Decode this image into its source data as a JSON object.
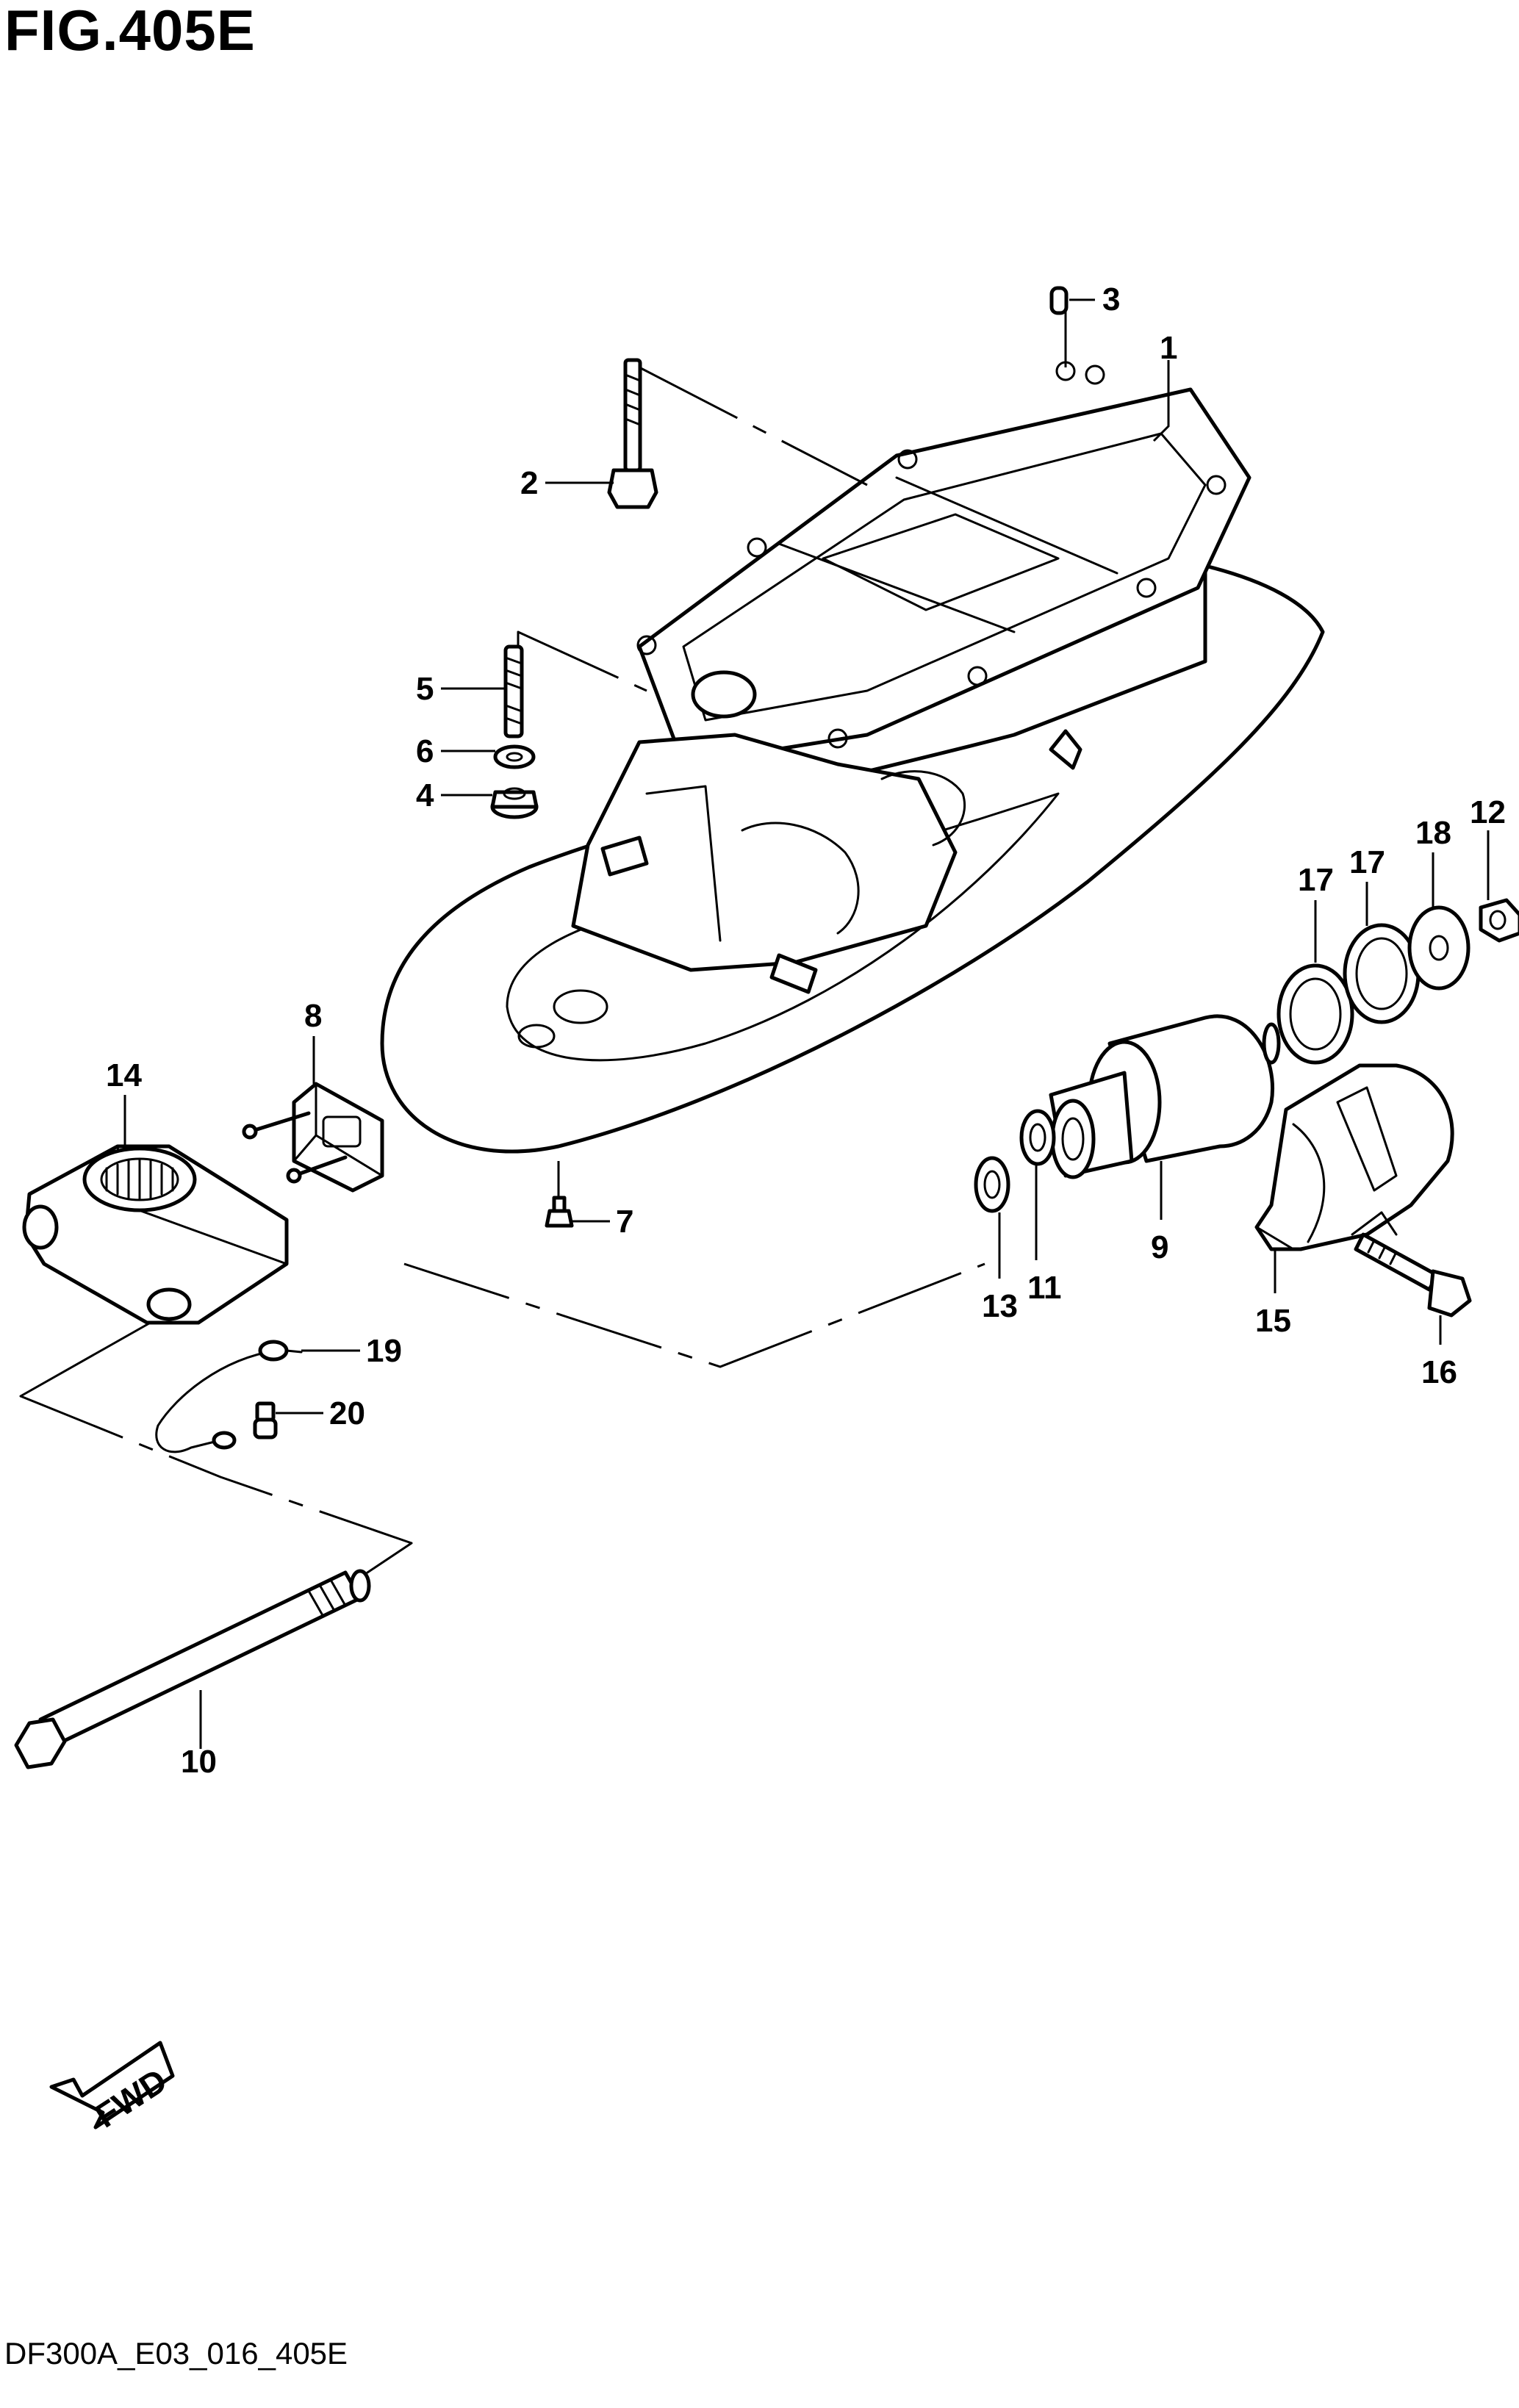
{
  "figure": {
    "title": "FIG.405E",
    "code": "DF300A_E03_016_405E",
    "fwd_label": "FWD"
  },
  "callouts": {
    "c1": "1",
    "c2": "2",
    "c3": "3",
    "c4": "4",
    "c5": "5",
    "c6": "6",
    "c7": "7",
    "c8": "8",
    "c9": "9",
    "c10": "10",
    "c11": "11",
    "c12": "12",
    "c13": "13",
    "c14": "14",
    "c15": "15",
    "c16": "16",
    "c17a": "17",
    "c17b": "17",
    "c18": "18",
    "c19": "19",
    "c20": "20"
  }
}
